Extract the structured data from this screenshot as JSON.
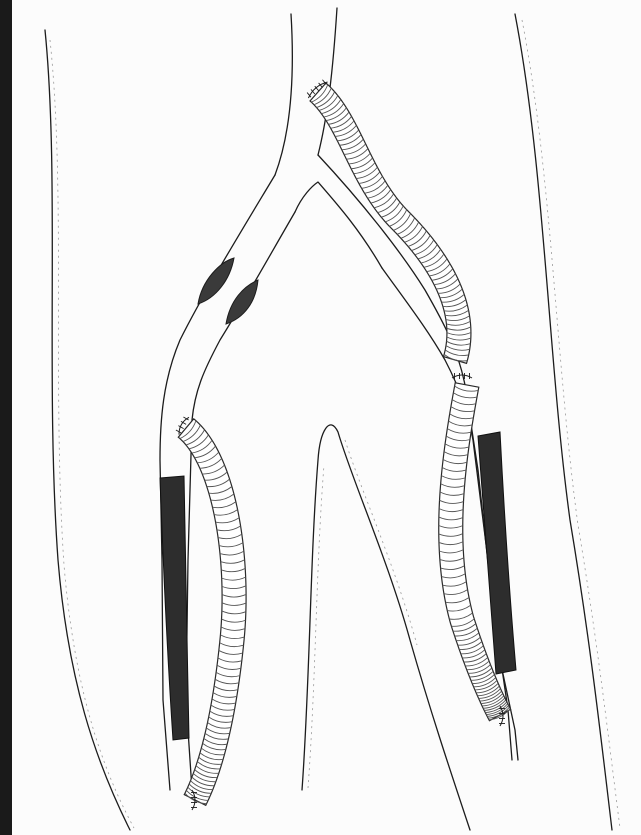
{
  "figure": {
    "labels": [],
    "colors": {
      "paper": "#fcfcfc",
      "ink": "#1c1c1c",
      "occlusion": "#2d2d2d",
      "plaque": "#3a3a3a",
      "graft_stroke": "#2a2a2a",
      "shading": "#9a9a9a"
    },
    "elements": [
      "outer-limb-contour",
      "aorta",
      "aortic-bifurcation",
      "right-iliac-artery",
      "left-iliac-artery",
      "plaque-lesion",
      "femoral-occlusion",
      "bypass-graft",
      "suture-line"
    ]
  }
}
